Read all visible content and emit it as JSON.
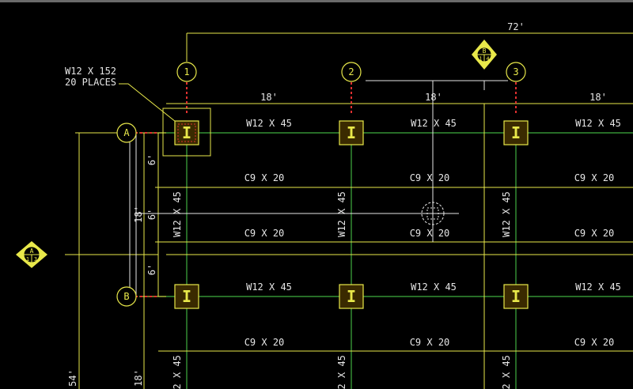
{
  "colors": {
    "background": "#000000",
    "yellow": "#e8e84a",
    "green": "#3fae3f",
    "white": "#e6e6e6",
    "red": "#e03030",
    "column_fill": "#3a2a00"
  },
  "drawing": {
    "overall_dimension": "72'",
    "bay_dimensions": [
      "18'",
      "18'",
      "18'"
    ],
    "column_callout": {
      "line1": "W12 X 152",
      "line2": "20 PLACES"
    },
    "grid_bubbles_numeric": [
      "1",
      "2",
      "3"
    ],
    "grid_bubbles_alpha": [
      "A",
      "B"
    ],
    "section_marker_top": {
      "letter": "B",
      "left": "1",
      "right": "4"
    },
    "section_marker_left": {
      "letter": "A",
      "left": "1",
      "right": "3"
    },
    "vertical_dim_sub": [
      "6'",
      "6'",
      "6'"
    ],
    "vertical_dim_bay": "18'",
    "vertical_dim_overall": "54'",
    "vertical_dim_bay_lower": "18'",
    "beam_label": "W12 X 45",
    "joist_label": "C9 X 20",
    "column_symbol": "I"
  }
}
